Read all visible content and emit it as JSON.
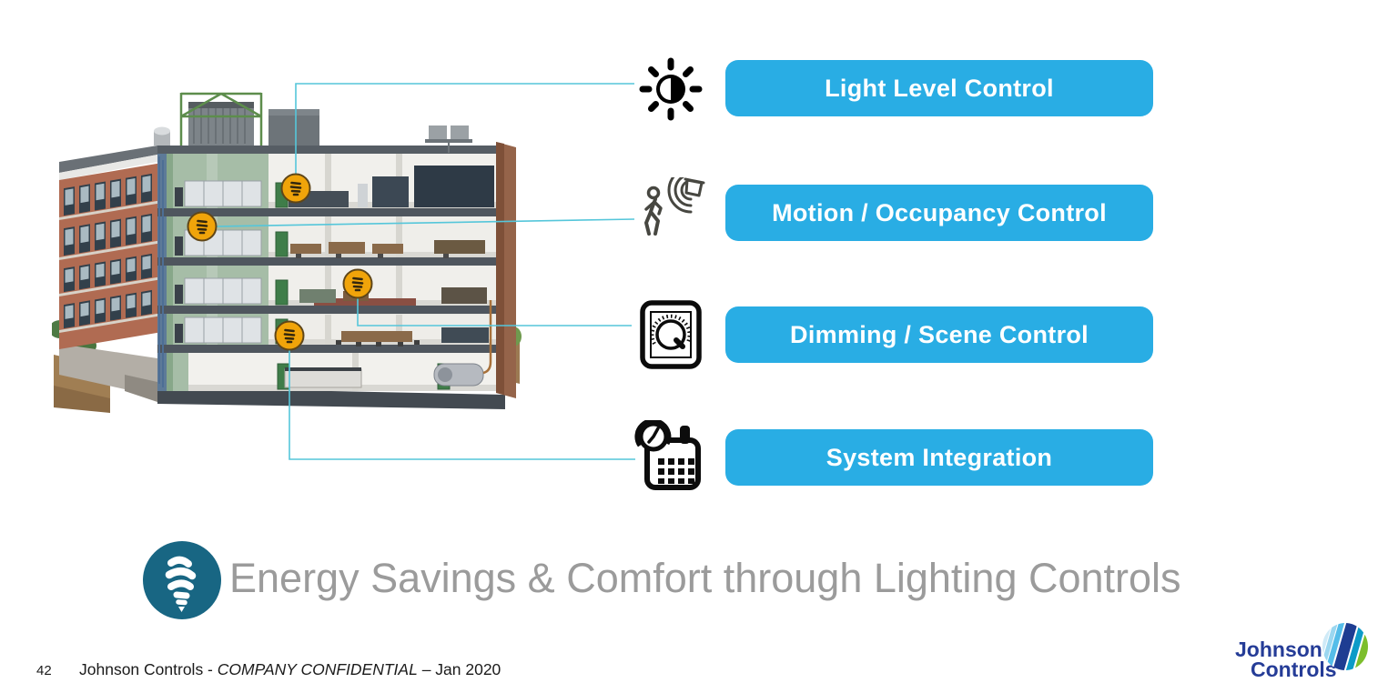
{
  "slide": {
    "features": [
      {
        "label": "Light Level Control",
        "icon": "brightness-half-icon"
      },
      {
        "label": "Motion / Occupancy Control",
        "icon": "motion-sensor-icon"
      },
      {
        "label": "Dimming / Scene Control",
        "icon": "dimmer-knob-icon"
      },
      {
        "label": "System Integration",
        "icon": "clock-calendar-icon"
      }
    ],
    "building": {
      "description": "Four-story office building cutaway with rooftop HVAC and lighting control points",
      "marker_count": 4,
      "marker_icon": "cfl-bulb-marker"
    },
    "headline": {
      "text": "Energy Savings & Comfort through Lighting Controls",
      "badge_icon": "cfl-bulb-icon"
    },
    "footer": {
      "page_number": "42",
      "text_prefix": "Johnson Controls - ",
      "text_confidential": "COMPANY CONFIDENTIAL",
      "text_suffix": " – Jan 2020"
    },
    "logo": {
      "line1": "Johnson",
      "line2": "Controls",
      "mark": "johnson-controls-globe"
    },
    "colors": {
      "feature_bar_blue": "#29ADE4",
      "connector_teal": "#55C6DA",
      "marker_amber": "#F0A40A",
      "headline_gray": "#9B9B9B",
      "badge_teal": "#186683",
      "logo_navy": "#253C97"
    }
  }
}
